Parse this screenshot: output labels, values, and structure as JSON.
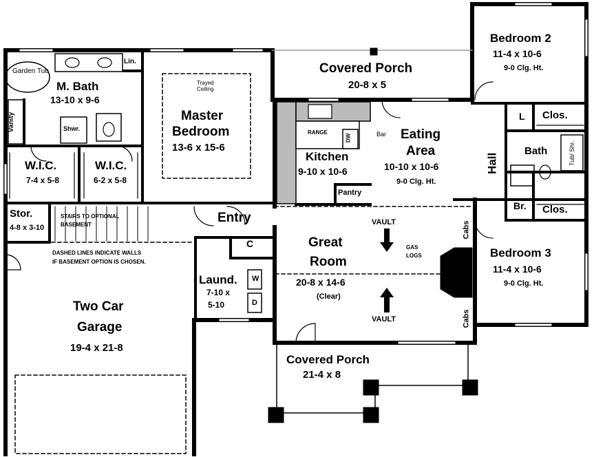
{
  "rooms": {
    "garden_tub": "Garden Tub",
    "lin": "Lin.",
    "m_bath": {
      "name": "M. Bath",
      "dims": "13-10 x 9-6"
    },
    "vanity": "Vanity",
    "shwr": "Shwr.",
    "wic1": {
      "name": "W.I.C.",
      "dims": "7-4 x 5-8"
    },
    "wic2": {
      "name": "W.I.C.",
      "dims": "6-2 x 5-8"
    },
    "master_bedroom": {
      "line1": "Master",
      "line2": "Bedroom",
      "dims": "13-6 x 15-6",
      "ceiling": "Trayed Ceiling"
    },
    "covered_porch_rear": {
      "name": "Covered Porch",
      "dims": "20-8 x 5"
    },
    "kitchen": {
      "name": "Kitchen",
      "dims": "9-10 x 10-6",
      "range": "RANGE",
      "dw": "DW",
      "pantry": "Pantry",
      "bar": "Bar"
    },
    "eating_area": {
      "line1": "Eating",
      "line2": "Area",
      "dims": "10-10 x 10-6",
      "ceiling": "9-0 Clg. Ht."
    },
    "bedroom2": {
      "name": "Bedroom 2",
      "dims": "11-4 x 10-6",
      "ceiling": "9-0 Clg. Ht."
    },
    "hall": "Hall",
    "l": "L",
    "clos1": "Clos.",
    "bath": "Bath",
    "tub_shr": "Tub/ Shr.",
    "br": "Br.",
    "clos2": "Clos.",
    "bedroom3": {
      "name": "Bedroom 3",
      "dims": "11-4 x 10-6",
      "ceiling": "9-0 Clg. Ht."
    },
    "stor": {
      "name": "Stor.",
      "dims": "4-8 x 3-10"
    },
    "stairs_note": {
      "line1": "STAIRS TO OPTIONAL",
      "line2": "BASEMENT"
    },
    "dashed_note": {
      "line1": "DASHED LINES INDICATE WALLS",
      "line2": "IF BASEMENT OPTION IS CHOSEN."
    },
    "entry": "Entry",
    "c": "C",
    "laund": {
      "name": "Laund.",
      "dims1": "7-10 x",
      "dims2": "5-10",
      "w": "W",
      "d": "D"
    },
    "great_room": {
      "line1": "Great",
      "line2": "Room",
      "dims": "20-8 x 14-6",
      "clear": "(Clear)",
      "vault_top": "VAULT",
      "vault_bottom": "VAULT",
      "gas_logs1": "GAS",
      "gas_logs2": "LOGS",
      "cabs_top": "Cabs",
      "cabs_bottom": "Cabs"
    },
    "garage": {
      "line1": "Two Car",
      "line2": "Garage",
      "dims": "19-4 x 21-8"
    },
    "covered_porch_front": {
      "name": "Covered Porch",
      "dims": "21-4 x 8"
    }
  }
}
